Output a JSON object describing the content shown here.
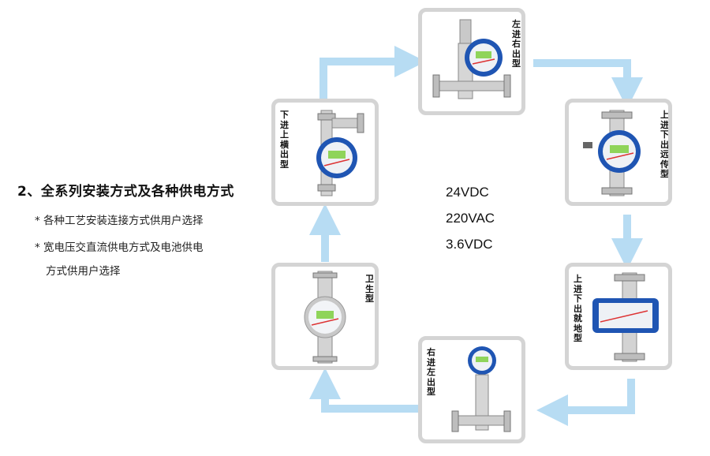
{
  "left_text": {
    "heading": "2、全系列安装方式及各种供电方式",
    "bullet1": "* 各种工艺安装连接方式供用户选择",
    "bullet2": "* 宽电压交直流供电方式及电池供电",
    "bullet2_cont": "方式供用户选择"
  },
  "power_options": [
    "24VDC",
    "220VAC",
    "3.6VDC"
  ],
  "types": {
    "top": "左进右出型",
    "upper_left": "下进上横出型",
    "upper_right": "上进下出远传型",
    "lower_left": "卫生型",
    "lower_right": "上进下出就地型",
    "bottom": "右进左出型"
  },
  "colors": {
    "arrow": "#b7dcf3",
    "card_border": "#d4d4d4",
    "meter_blue": "#1f55b3",
    "display_green": "#8fd45a"
  }
}
